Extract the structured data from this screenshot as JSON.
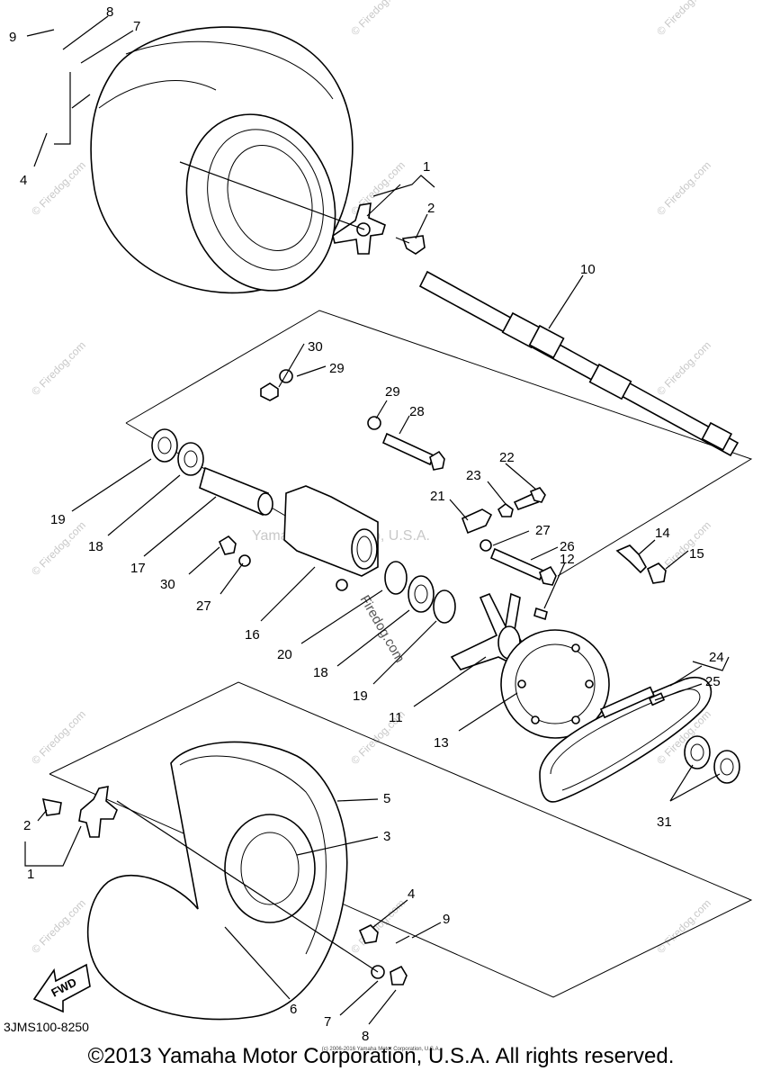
{
  "diagram": {
    "code": "3JMS100-8250",
    "copyright": "©2013 Yamaha Motor Corporation, U.S.A. All rights reserved.",
    "fine_print": "(c) 2006-2016 Yamaha Motor Corporation, U.S.A.",
    "fwd_label": "FWD",
    "watermark_center": "Yamaha Motor Corp, U.S.A.",
    "watermark_side": "© Firedog.com",
    "watermark_vertical": "Firedog.com"
  },
  "callouts": [
    {
      "id": "c9a",
      "text": "9"
    },
    {
      "id": "c8a",
      "text": "8"
    },
    {
      "id": "c7a",
      "text": "7"
    },
    {
      "id": "c4a",
      "text": "4"
    },
    {
      "id": "c1a",
      "text": "1"
    },
    {
      "id": "c2a",
      "text": "2"
    },
    {
      "id": "c10",
      "text": "10"
    },
    {
      "id": "c30a",
      "text": "30"
    },
    {
      "id": "c29a",
      "text": "29"
    },
    {
      "id": "c29b",
      "text": "29"
    },
    {
      "id": "c28",
      "text": "28"
    },
    {
      "id": "c22",
      "text": "22"
    },
    {
      "id": "c23",
      "text": "23"
    },
    {
      "id": "c21",
      "text": "21"
    },
    {
      "id": "c27a",
      "text": "27"
    },
    {
      "id": "c26",
      "text": "26"
    },
    {
      "id": "c12",
      "text": "12"
    },
    {
      "id": "c14",
      "text": "14"
    },
    {
      "id": "c15",
      "text": "15"
    },
    {
      "id": "c19a",
      "text": "19"
    },
    {
      "id": "c18a",
      "text": "18"
    },
    {
      "id": "c17",
      "text": "17"
    },
    {
      "id": "c30b",
      "text": "30"
    },
    {
      "id": "c27b",
      "text": "27"
    },
    {
      "id": "c16",
      "text": "16"
    },
    {
      "id": "c20",
      "text": "20"
    },
    {
      "id": "c18b",
      "text": "18"
    },
    {
      "id": "c19b",
      "text": "19"
    },
    {
      "id": "c11",
      "text": "11"
    },
    {
      "id": "c13",
      "text": "13"
    },
    {
      "id": "c24",
      "text": "24"
    },
    {
      "id": "c25",
      "text": "25"
    },
    {
      "id": "c31",
      "text": "31"
    },
    {
      "id": "c5",
      "text": "5"
    },
    {
      "id": "c3",
      "text": "3"
    },
    {
      "id": "c2b",
      "text": "2"
    },
    {
      "id": "c1b",
      "text": "1"
    },
    {
      "id": "c4b",
      "text": "4"
    },
    {
      "id": "c9b",
      "text": "9"
    },
    {
      "id": "c6",
      "text": "6"
    },
    {
      "id": "c7b",
      "text": "7"
    },
    {
      "id": "c8b",
      "text": "8"
    }
  ]
}
